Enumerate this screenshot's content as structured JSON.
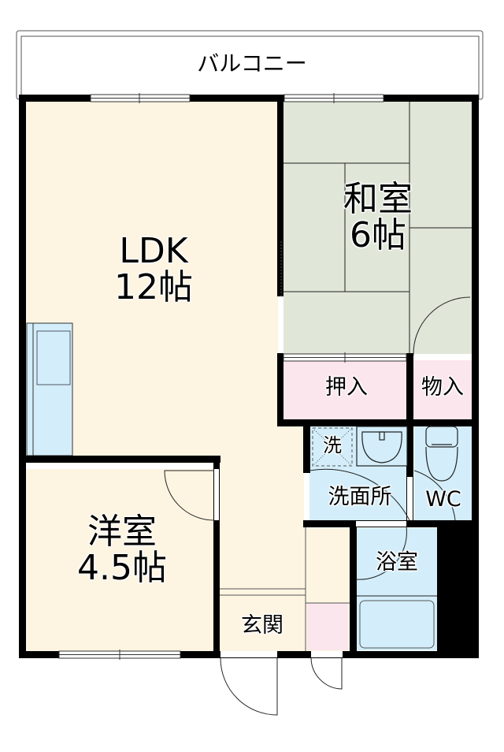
{
  "floor_plan": {
    "colors": {
      "wall": "#000000",
      "ldk_floor": "#fdf5e2",
      "washitsu_floor": "#e0e6d8",
      "storage_floor": "#fbe6ee",
      "wet_area_floor": "#d3eefa",
      "balcony_fill": "#ffffff"
    },
    "balcony": {
      "label": "バルコニー"
    },
    "rooms": {
      "ldk": {
        "name": "LDK",
        "size": "12帖"
      },
      "washitsu": {
        "name": "和室",
        "size": "6帖"
      },
      "yoshitsu": {
        "name": "洋室",
        "size": "4.5帖"
      },
      "oshiire": {
        "name": "押入"
      },
      "monoire": {
        "name": "物入"
      },
      "washer": {
        "name": "洗"
      },
      "senmenjo": {
        "name": "洗面所"
      },
      "wc": {
        "name": "WC"
      },
      "yokushitsu": {
        "name": "浴室"
      },
      "genkan": {
        "name": "玄関"
      }
    }
  }
}
